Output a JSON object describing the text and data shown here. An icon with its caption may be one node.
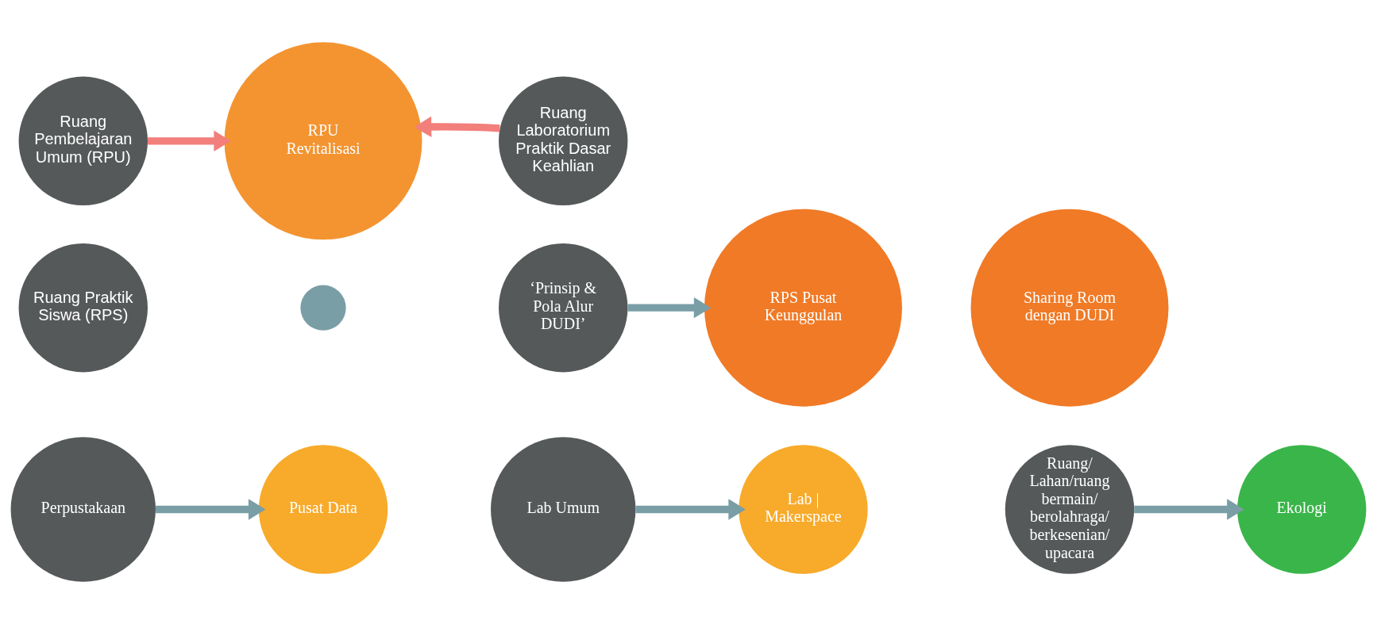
{
  "diagram": {
    "nodes": [
      {
        "text": [
          "Ruang Pembelajaran Umum (RPU)"
        ]
      },
      {
        "text": [
          "RPU Revitalisasi"
        ]
      },
      {
        "text": [
          "Ruang Laboratorium Praktik Dasar Keahlian"
        ]
      },
      {
        "text": [
          "Ruang Praktik Siswa (RPS)"
        ]
      },
      {
        "text": [],
        "shape": "circle"
      },
      {
        "text": [
          "‘Prinsip & Pola Alur DUDI’"
        ]
      },
      {
        "text": [
          "RPS Pusat Keunggulan"
        ]
      },
      {
        "text": [
          "Sharing Room dengan DUDI"
        ]
      },
      {
        "text": [
          "Perpustakaan"
        ]
      },
      {
        "text": [
          "Pusat Data"
        ]
      },
      {
        "text": [
          "Lab Umum"
        ]
      },
      {
        "text": [
          "Lab | Makerspace"
        ]
      },
      {
        "text": [
          "Ruang/ Lahan/ruang bermain/ berolahraga/ berkesenian/ upacara"
        ]
      },
      {
        "text": [
          "Ekologi"
        ]
      }
    ],
    "edges": [
      {
        "from": 0,
        "to": 1,
        "arrow": "to",
        "color": "#f27f7b"
      },
      {
        "from": 2,
        "to": 1,
        "arrow": "to",
        "color": "#f27f7b"
      },
      {
        "from": 5,
        "to": 6,
        "arrow": "to"
      },
      {
        "from": 8,
        "to": 9,
        "arrow": "to"
      },
      {
        "from": 10,
        "to": 11,
        "arrow": "to"
      },
      {
        "from": 12,
        "to": 13,
        "arrow": "to"
      }
    ]
  }
}
